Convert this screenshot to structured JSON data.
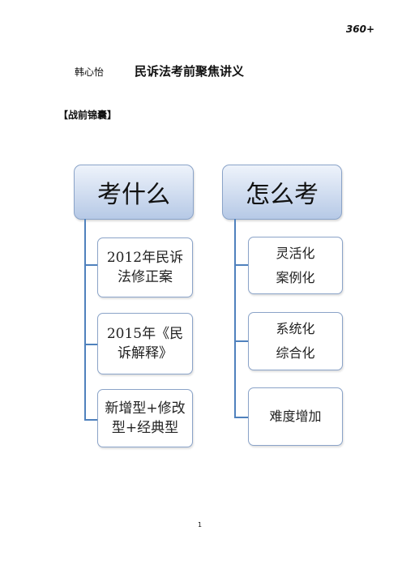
{
  "header": {
    "corner_mark": "360+",
    "author": "韩心怡",
    "title": "民诉法考前聚焦讲义"
  },
  "section_label": "【战前锦囊】",
  "left_column": {
    "heading": "考什么",
    "items": [
      {
        "label": "2012年民诉\n法修正案"
      },
      {
        "label": "2015年《民\n诉解释》"
      },
      {
        "label": "新增型+修改\n型+经典型"
      }
    ]
  },
  "right_column": {
    "heading": "怎么考",
    "items": [
      {
        "label": "灵活化\n案例化"
      },
      {
        "label": "系统化\n综合化"
      },
      {
        "label": "难度增加"
      }
    ]
  },
  "footer": {
    "page_number": "1"
  }
}
